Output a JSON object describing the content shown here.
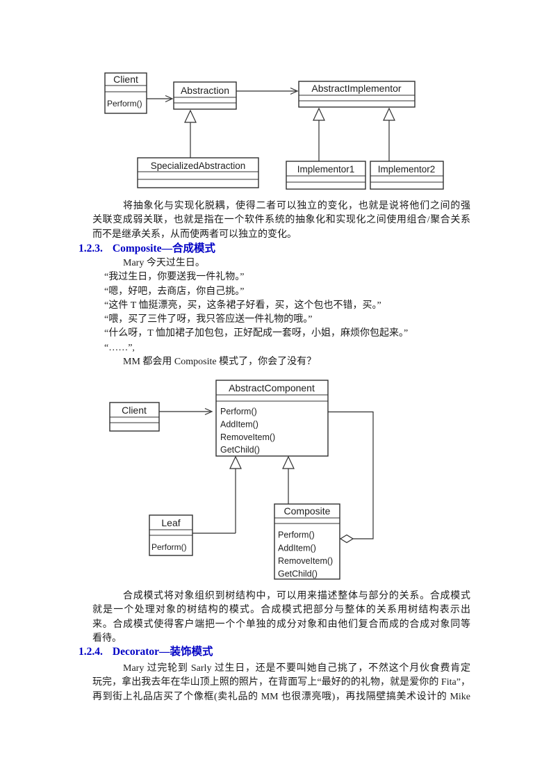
{
  "theme": {
    "heading_color": "#0000C4",
    "body_text_color": "#1a1a1a",
    "diagram_line_color": "#2f2f2f",
    "page_background": "#ffffff"
  },
  "headings": {
    "composite": {
      "number": "1.2.3.",
      "title": "Composite—合成模式"
    },
    "decorator": {
      "number": "1.2.4.",
      "title": "Decorator—装饰模式"
    }
  },
  "paragraphs": {
    "bridge_summary": [
      "将抽象化与实现化脱耦，使得二者可以独立的变化，也就是说将他们之间的强",
      "关联变成弱关联，也就是指在一个软件系统的抽象化和实现化之间使用组合/聚合关系",
      "而不是继承关系，从而使两者可以独立的变化。"
    ],
    "composite_dialog": [
      "Mary 今天过生日。",
      "“我过生日，你要送我一件礼物。”",
      "“嗯，好吧，去商店，你自己挑。”",
      "“这件 T 恤挺漂亮，买，这条裙子好看，买，这个包也不错，买。”",
      "“喂，买了三件了呀，我只答应送一件礼物的哦。”",
      "“什么呀，T 恤加裙子加包包，正好配成一套呀，小姐，麻烦你包起来。”",
      "“……”,",
      "MM 都会用 Composite 模式了，你会了没有？"
    ],
    "composite_summary": [
      "合成模式将对象组织到树结构中，可以用来描述整体与部分的关系。合成模式",
      "就是一个处理对象的树结构的模式。合成模式把部分与整体的关系用树结构表示出",
      "来。合成模式使得客户端把一个个单独的成分对象和由他们复合而成的合成对象同等",
      "看待。"
    ],
    "decorator_intro": [
      "Mary 过完轮到 Sarly 过生日，还是不要叫她自己挑了，不然这个月伙食费肯定",
      "玩完，拿出我去年在华山顶上照的照片，在背面写上“最好的的礼物，就是爱你的 Fita”，",
      "再到街上礼品店买了个像框(卖礼品的 MM 也很漂亮哦)，再找隔壁搞美术设计的 Mike"
    ]
  },
  "bridge_diagram": {
    "client": {
      "name": "Client",
      "method": "Perform()"
    },
    "abstraction": {
      "name": "Abstraction"
    },
    "abstract_implementor": {
      "name": "AbstractImplementor"
    },
    "specialized_abstraction": {
      "name": "SpecializedAbstraction"
    },
    "implementor1": {
      "name": "Implementor1"
    },
    "implementor2": {
      "name": "Implementor2"
    }
  },
  "composite_diagram": {
    "client": {
      "name": "Client"
    },
    "abstract_component": {
      "name": "AbstractComponent",
      "methods": [
        "Perform()",
        "AddItem()",
        "RemoveItem()",
        "GetChild()"
      ]
    },
    "leaf": {
      "name": "Leaf",
      "method": "Perform()"
    },
    "composite": {
      "name": "Composite",
      "methods": [
        "Perform()",
        "AddItem()",
        "RemoveItem()",
        "GetChild()"
      ]
    }
  }
}
